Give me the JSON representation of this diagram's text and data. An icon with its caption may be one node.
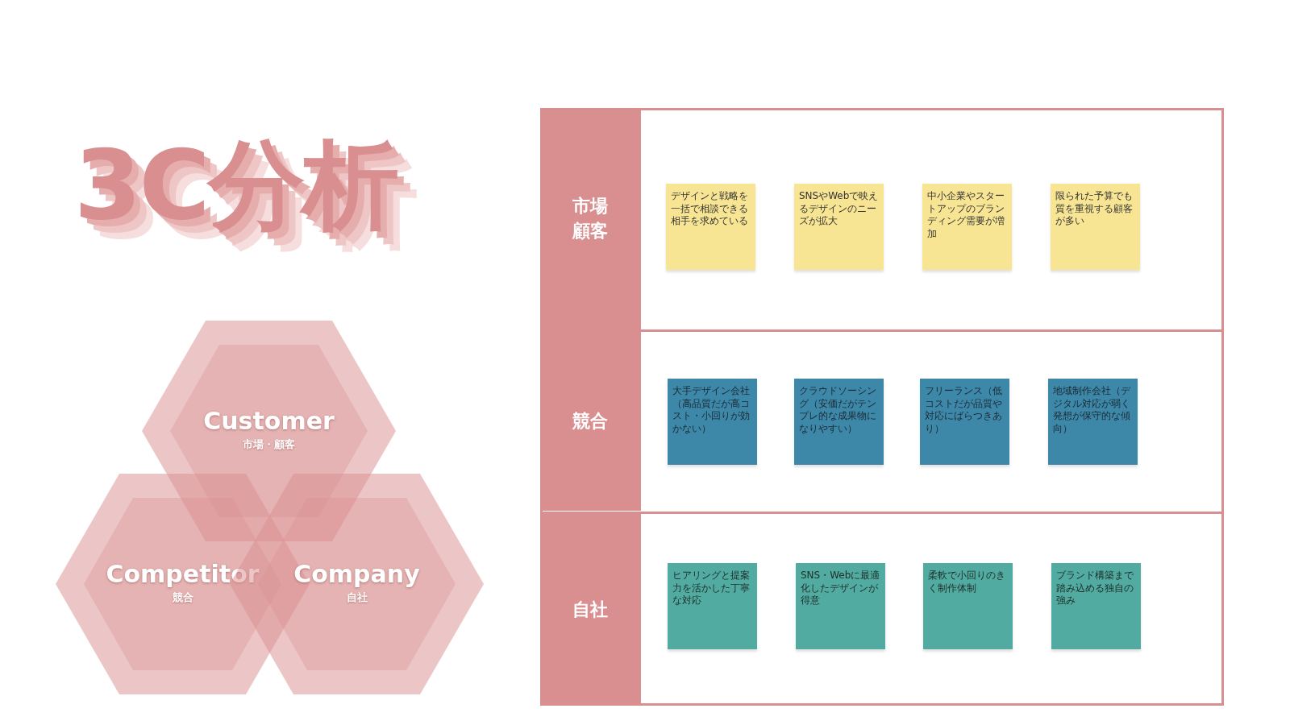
{
  "diagram": {
    "title": "3C分析",
    "nodes": [
      {
        "text": [
          "Customer",
          "市場・顧客"
        ]
      },
      {
        "text": [
          "Competitor",
          "競合"
        ]
      },
      {
        "text": [
          "Company",
          "自社"
        ]
      },
      {
        "text": [
          "市場顧客"
        ]
      },
      {
        "text": [
          "デザインと戦略を一括で相談できる相手を求めている"
        ]
      },
      {
        "text": [
          "SNSやWebで映えるデザインのニーズが拡大"
        ]
      },
      {
        "text": [
          "中小企業やスタートアップのブランディング需要が増加"
        ]
      },
      {
        "text": [
          "限られた予算でも質を重視する顧客が多い"
        ]
      },
      {
        "text": [
          "競合"
        ]
      },
      {
        "text": [
          "大手デザイン会社（高品質だが高コスト・小回りが効かない）"
        ]
      },
      {
        "text": [
          "クラウドソーシング（安価だがテンプレ的な成果物になりやすい）"
        ]
      },
      {
        "text": [
          "フリーランス（低コストだが品質や対応にばらつきあり）"
        ]
      },
      {
        "text": [
          "地域制作会社（デジタル対応が弱く発想が保守的な傾向）"
        ]
      },
      {
        "text": [
          "自社"
        ]
      },
      {
        "text": [
          "ヒアリングと提案力を活かした丁寧な対応"
        ]
      },
      {
        "text": [
          "SNS・Webに最適化したデザインが得意"
        ]
      },
      {
        "text": [
          "柔軟で小回りのきく制作体制"
        ]
      },
      {
        "text": [
          "ブランド構築まで踏み込める独自の強み"
        ]
      }
    ]
  }
}
